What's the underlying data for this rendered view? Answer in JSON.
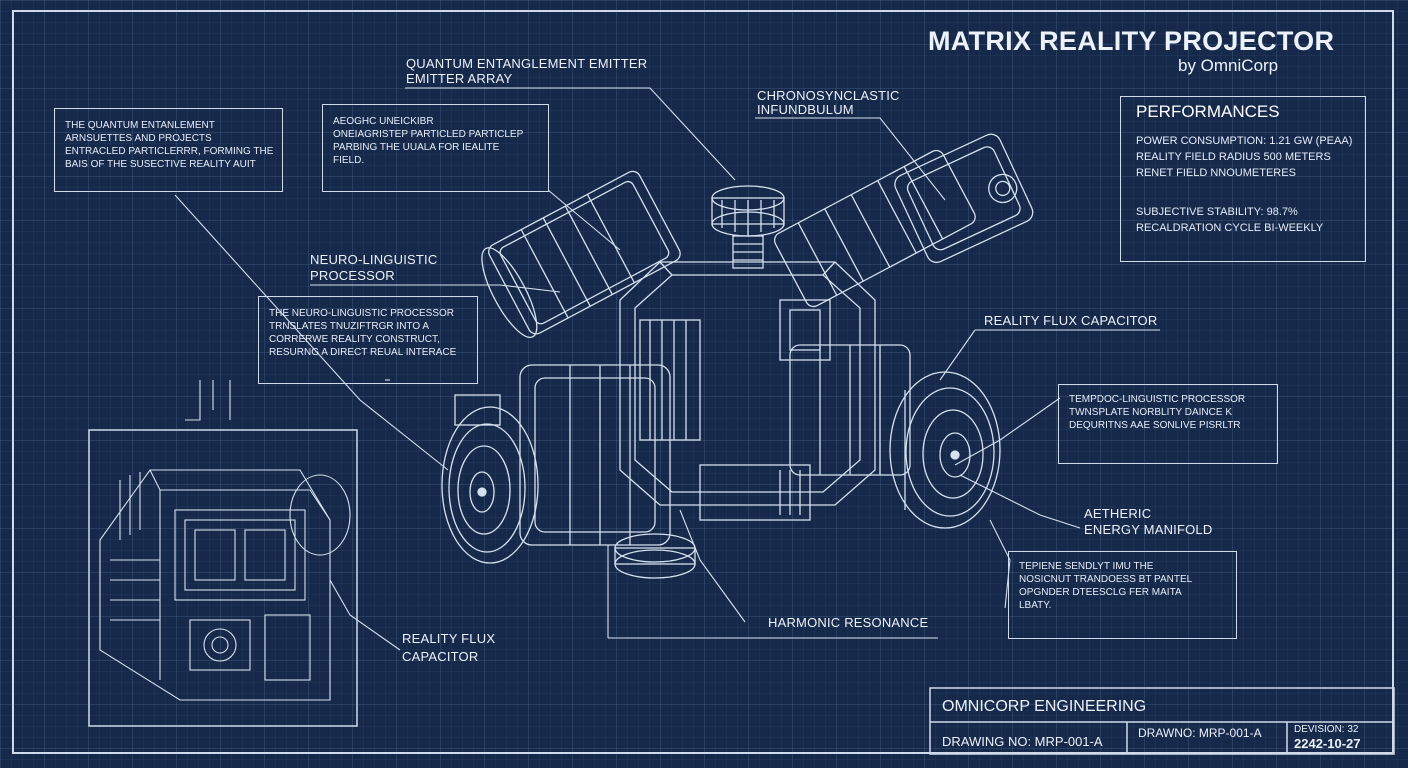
{
  "title": "MATRIX REALITY PROJECTOR",
  "subtitle": "by OmniCorp",
  "labels": {
    "quantum_emitter": "QUANTUM ENTANGLEMENT EMITTER",
    "emitter_array": "EMITTER ARRAY",
    "chrono_1": "CHRONOSYNCLASTIC",
    "chrono_2": "INFUNDBULUM",
    "neuro_1": "NEURO-LINGUISTIC",
    "neuro_2": "PROCESSOR",
    "flux_right": "REALITY FLUX CAPACITOR",
    "aetheric_1": "AETHERIC",
    "aetheric_2": "ENERGY MANIFOLD",
    "harmonic": "HARMONIC RESONANCE",
    "flux_left_1": "REALITY FLUX",
    "flux_left_2": "CAPACITOR"
  },
  "notes": {
    "quantum": "THE QUANTUM ENTANLEMENT\nARNSUETTES AND PROJECTS\nENTRACLED PARTICLERRR, FORMING THE\nBAIS OF THE SUSECTIVE REALITY AUIT",
    "particles": "AEOGHC UNEICKIBR\nONEIAGRISTEP PARTICLED PARTICLEP\nPARBING THE UUALA FOR IEALITE\nFIELD.",
    "neuro": "THE NEURO-LINGUISTIC PROCESSOR\nTRNSLATES TNUZIFTRGR INTO A\nCORRERWE REALITY CONSTRUCT,\nRESURNG A DIRECT REUAL INTERACE",
    "tempdoc": "TEMPDOC-LINGUISTIC PROCESSOR\nTWNSPLATE NORBLITY DAINCE K\nDEQURITNS AAE SONLIVE PISRLTR",
    "terpene": "TEPIENE SENDLYT IMU THE\nNOSICNUT TRANDOESS BT PANTEL\nOPGNDER DTEESCLG FER MAITA\nLBATY."
  },
  "performances": {
    "title": "PERFORMANCES",
    "lines": [
      "POWER CONSUMPTION: 1.21 GW (PEAA)",
      "REALITY FIELD RADIUS 500 METERS",
      "RENET FIELD NNOUMETERES",
      "SUBJECTIVE STABILITY: 98.7%",
      "RECALDRATION CYCLE BI-WEEKLY"
    ]
  },
  "title_block": {
    "company": "OMNICORP ENGINEERING",
    "drawing_no_left": "DRAWING NO: MRP-001-A",
    "drawing_no_mid": "DRAWNO: MRP-001-A",
    "revision": "DEVISION: 32",
    "date": "2242-10-27"
  },
  "colors": {
    "background": "#16294a",
    "line": "#cfdaea",
    "grid": "#78a0d2"
  }
}
